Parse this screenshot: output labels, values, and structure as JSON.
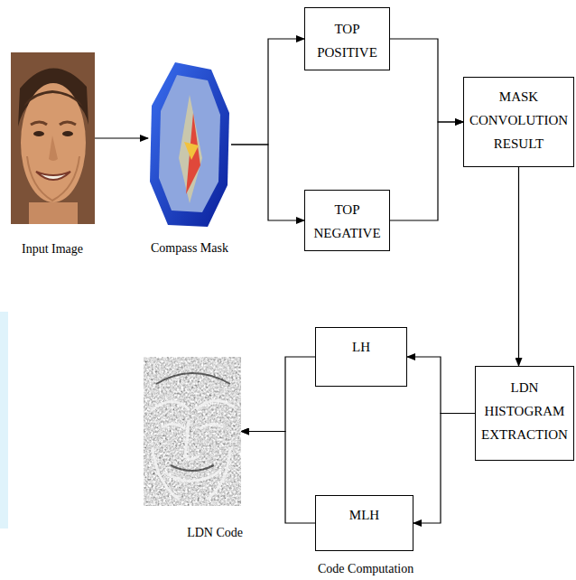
{
  "diagram": {
    "nodes": [
      {
        "text": [
          "Input Image"
        ]
      },
      {
        "text": [
          "Compass Mask"
        ]
      },
      {
        "text": [
          "TOP POSITIVE"
        ]
      },
      {
        "text": [
          "TOP NEGATIVE"
        ]
      },
      {
        "text": [
          "MASK CONVOLUTION RESULT"
        ]
      },
      {
        "text": [
          "LDN HISTOGRAM EXTRACTION"
        ]
      },
      {
        "text": [
          "LH"
        ]
      },
      {
        "text": [
          "MLH"
        ]
      },
      {
        "text": [
          "LDN Code"
        ]
      }
    ],
    "edges": [
      {
        "from": 0,
        "to": 1,
        "arrow": "to"
      },
      {
        "from": 1,
        "to": 2,
        "arrow": "to"
      },
      {
        "from": 1,
        "to": 3,
        "arrow": "to"
      },
      {
        "from": 2,
        "to": 4,
        "arrow": "to"
      },
      {
        "from": 3,
        "to": 4,
        "arrow": "to"
      },
      {
        "from": 4,
        "to": 5,
        "arrow": "to"
      },
      {
        "from": 5,
        "to": 6,
        "arrow": "to"
      },
      {
        "from": 5,
        "to": 7,
        "arrow": "to"
      },
      {
        "from": 6,
        "to": 8,
        "arrow": "to"
      },
      {
        "from": 7,
        "to": 8,
        "arrow": "to"
      }
    ],
    "labels": [
      "Code Computation"
    ]
  }
}
